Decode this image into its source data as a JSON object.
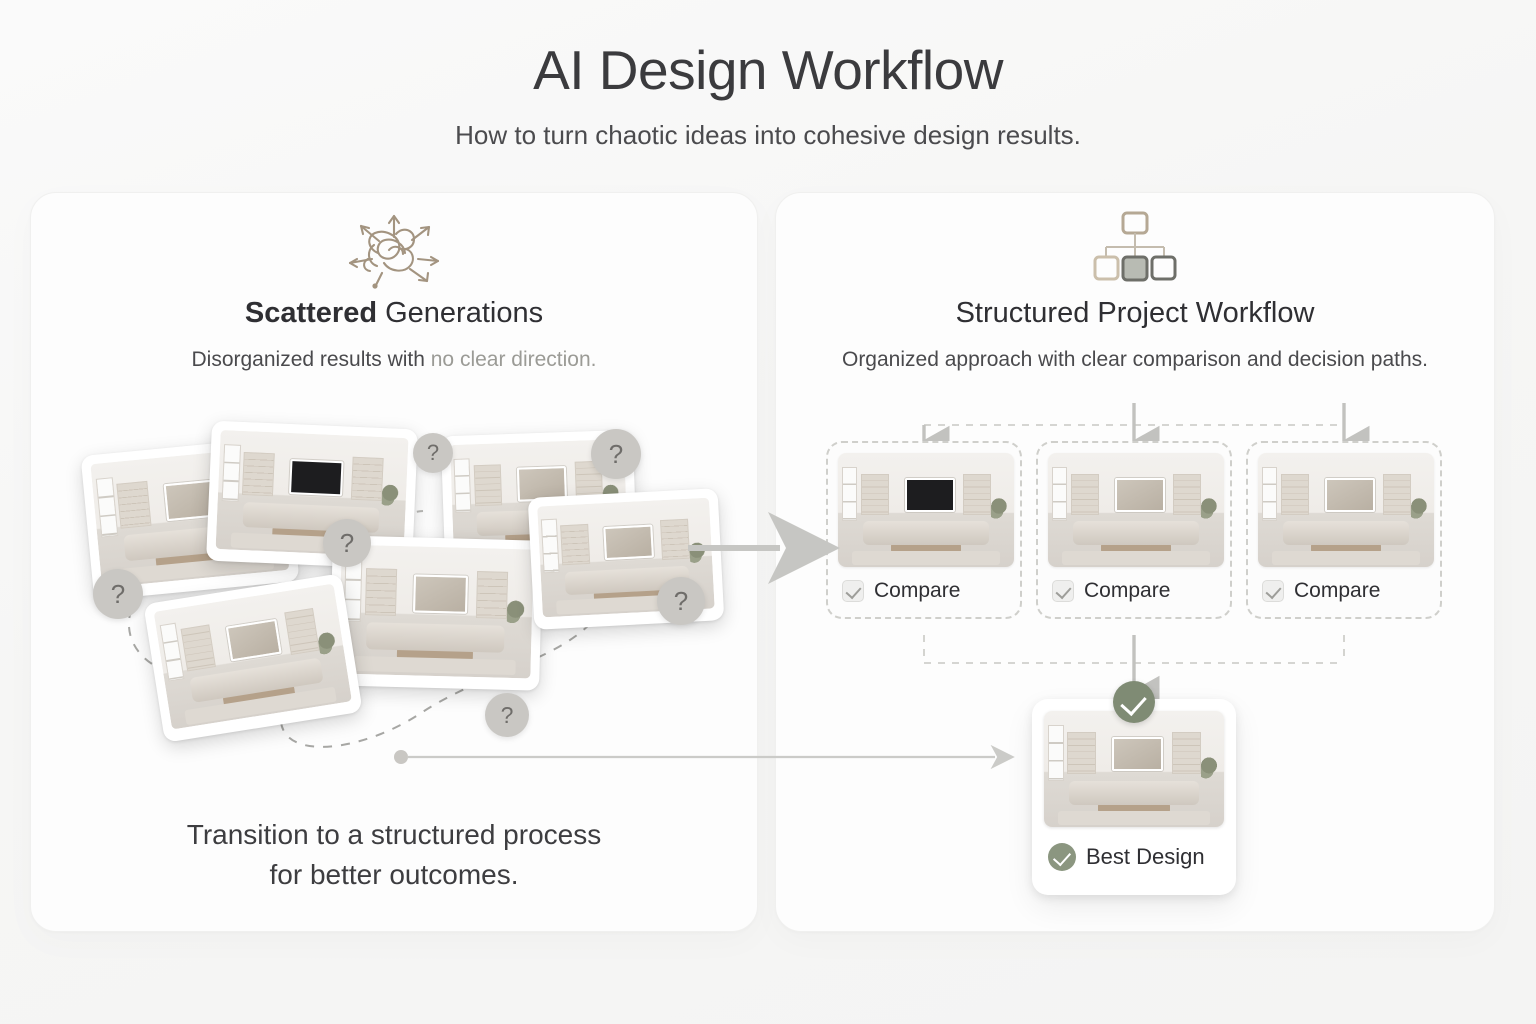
{
  "header": {
    "title": "AI Design Workflow",
    "subtitle": "How to turn chaotic ideas into cohesive design results."
  },
  "left_panel": {
    "icon": "tangled-scribble-icon",
    "title_strong": "Scattered",
    "title_light": " Generations",
    "subtitle_plain": "Disorganized results with ",
    "subtitle_muted": "no clear direction.",
    "question_badges": [
      "?",
      "?",
      "?",
      "?",
      "?",
      "?"
    ],
    "caption_line1": "Transition to a structured process",
    "caption_line2": "for better outcomes."
  },
  "right_panel": {
    "icon": "hierarchy-icon",
    "title": "Structured Project Workflow",
    "subtitle": "Organized approach with clear comparison and decision paths.",
    "compare_cards": [
      {
        "label": "Compare",
        "checked": true
      },
      {
        "label": "Compare",
        "checked": true
      },
      {
        "label": "Compare",
        "checked": true
      }
    ],
    "best": {
      "label": "Best Design",
      "badge_icon": "check-circle-icon",
      "checked": true
    }
  },
  "colors": {
    "page_background": "#f7f7f6",
    "panel_background": "#fdfdfd",
    "title_text": "#3b3b3e",
    "muted_text": "#9b9b96",
    "accent_green": "#7f8b74",
    "icon_taupe": "#a39480",
    "badge_gray": "#c9c7c3",
    "dashed_border": "#cfcfcb",
    "arrow_gray": "#c6c6c3"
  }
}
